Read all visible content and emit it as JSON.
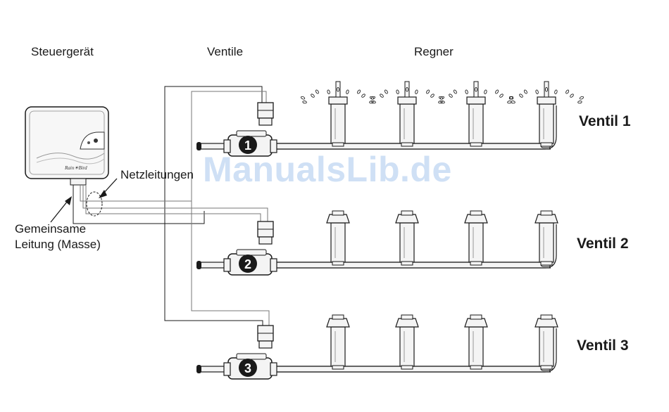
{
  "headers": {
    "controller": "Steuergerät",
    "valves": "Ventile",
    "sprinklers": "Regner"
  },
  "callouts": {
    "power_wires": "Netzleitungen",
    "common_wire_line1": "Gemeinsame",
    "common_wire_line2": "Leitung (Masse)"
  },
  "zones": [
    {
      "label": "Ventil 1",
      "number": "1",
      "spraying": true
    },
    {
      "label": "Ventil 2",
      "number": "2",
      "spraying": false
    },
    {
      "label": "Ventil 3",
      "number": "3",
      "spraying": false
    }
  ],
  "watermark": "ManualsLib.de",
  "colors": {
    "line": "#1a1a1a",
    "wire": "#555555",
    "fill": "#f4f4f4",
    "watermark": "#cfe0f5"
  }
}
